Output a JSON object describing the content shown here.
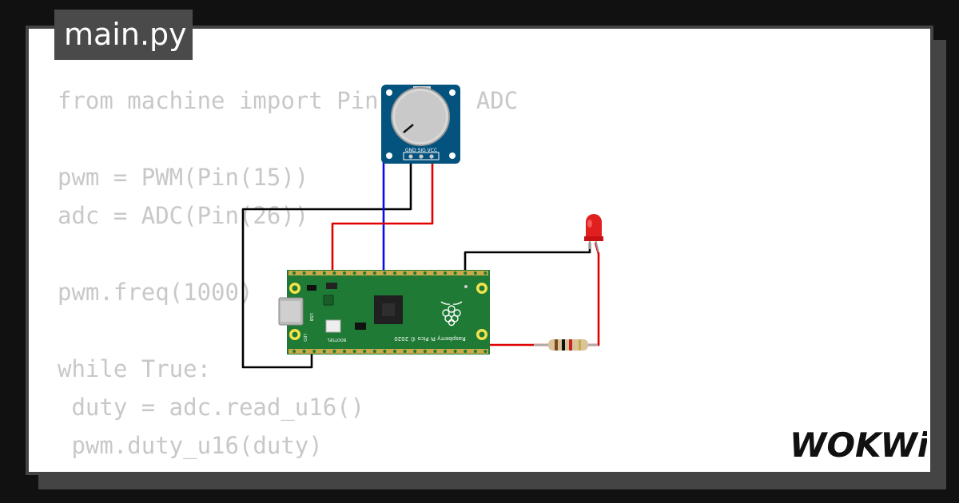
{
  "editor": {
    "filename": "main.py",
    "code_lines": [
      "from machine import Pin, PWM, ADC",
      "",
      "pwm = PWM(Pin(15))",
      "adc = ADC(Pin(26))",
      "",
      "pwm.freq(1000)",
      "",
      "while True:",
      " duty = adc.read_u16()",
      " pwm.duty_u16(duty)"
    ]
  },
  "circuit": {
    "potentiometer": {
      "pin_labels": "GND SIG VCC"
    },
    "board": {
      "name": "Raspberry Pi Pico © 2020",
      "usb_label": "USB",
      "bootsel_label": "BOOTSEL",
      "led_label": "LED"
    },
    "led": {
      "color": "red"
    },
    "resistor": {},
    "wire_colors": {
      "gnd": "#000000",
      "signal": "#0000ff",
      "power": "#e00000"
    }
  },
  "branding": {
    "logo": "WOKWi"
  },
  "colors": {
    "frame": "#444444",
    "board": "#1e7a34",
    "pot_body": "#04537e"
  }
}
